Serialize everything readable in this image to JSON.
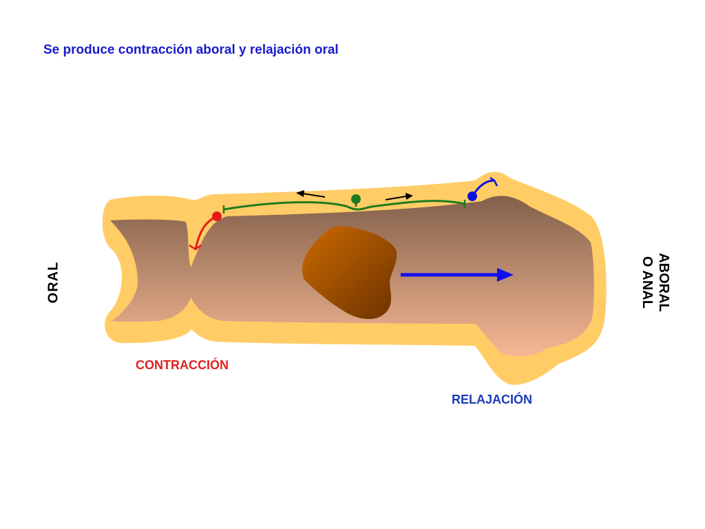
{
  "title": "Se produce contracción aboral y relajación oral",
  "labels": {
    "oral": "ORAL",
    "aboral_line1": "ABORAL",
    "aboral_line2": "O ANAL",
    "contraction": "CONTRACCIÓN",
    "relaxation": "RELAJACIÓN"
  },
  "colors": {
    "wall": "#ffcc66",
    "lumen_top": "#82604a",
    "lumen_bottom": "#f6b894",
    "bolus_light": "#cc6a00",
    "bolus_dark": "#6b3200",
    "contraction_neuron": "#e41a1a",
    "interneuron": "#1f7a1f",
    "relaxation_neuron": "#1010dd",
    "movement_arrow": "#1010ee",
    "title": "#1a1acc"
  }
}
